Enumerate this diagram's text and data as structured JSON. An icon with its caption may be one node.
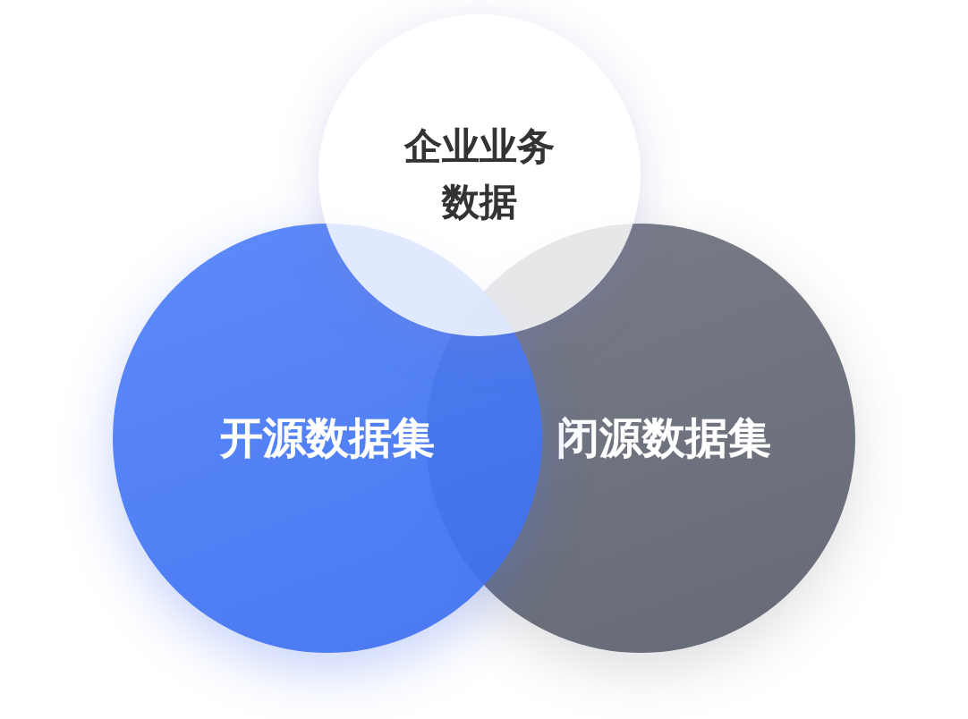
{
  "diagram": {
    "nodes": [
      {
        "text": [
          "企业业务数据"
        ]
      },
      {
        "text": [
          "开源数据集"
        ]
      },
      {
        "text": [
          "闭源数据集"
        ]
      }
    ]
  }
}
